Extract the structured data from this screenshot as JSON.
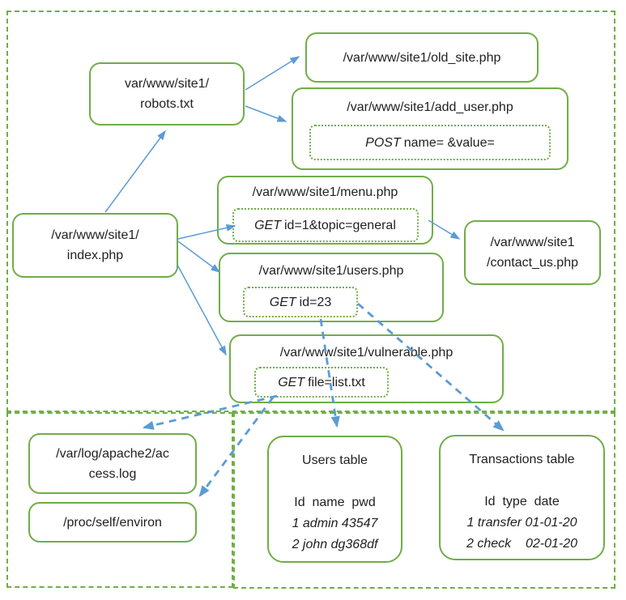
{
  "colors": {
    "box_green": "#70AD47",
    "arrow_blue": "#5B9BD5",
    "text": "#1f1f1f"
  },
  "nodes": {
    "robots": {
      "lines": [
        "var/www/site1/",
        "robots.txt"
      ]
    },
    "old_site": {
      "label": "/var/www/site1/old_site.php"
    },
    "add_user": {
      "label": "/var/www/site1/add_user.php",
      "request": {
        "method": "POST",
        "params": "name= &value="
      }
    },
    "menu": {
      "label": "/var/www/site1/menu.php",
      "request": {
        "method": "GET",
        "params": "id=1&topic=general"
      }
    },
    "contact": {
      "lines": [
        "/var/www/site1",
        "/contact_us.php"
      ]
    },
    "index": {
      "lines": [
        "/var/www/site1/",
        "index.php"
      ]
    },
    "users": {
      "label": "/var/www/site1/users.php",
      "request": {
        "method": "GET",
        "params": "id=23"
      }
    },
    "vulnerable": {
      "label": "/var/www/site1/vulnerable.php",
      "request": {
        "method": "GET",
        "params": "file=list.txt"
      }
    },
    "access_log": {
      "lines": [
        "/var/log/apache2/ac",
        "cess.log"
      ]
    },
    "environ": {
      "label": "/proc/self/environ"
    },
    "users_table": {
      "title": "Users table",
      "header": "Id  name  pwd",
      "rows": [
        "1 admin 43547",
        "2 john dg368df"
      ]
    },
    "transactions_table": {
      "title": "Transactions table",
      "header": "Id  type  date",
      "rows": [
        "1 transfer 01-01-20",
        "2 check    02-01-20"
      ]
    }
  }
}
